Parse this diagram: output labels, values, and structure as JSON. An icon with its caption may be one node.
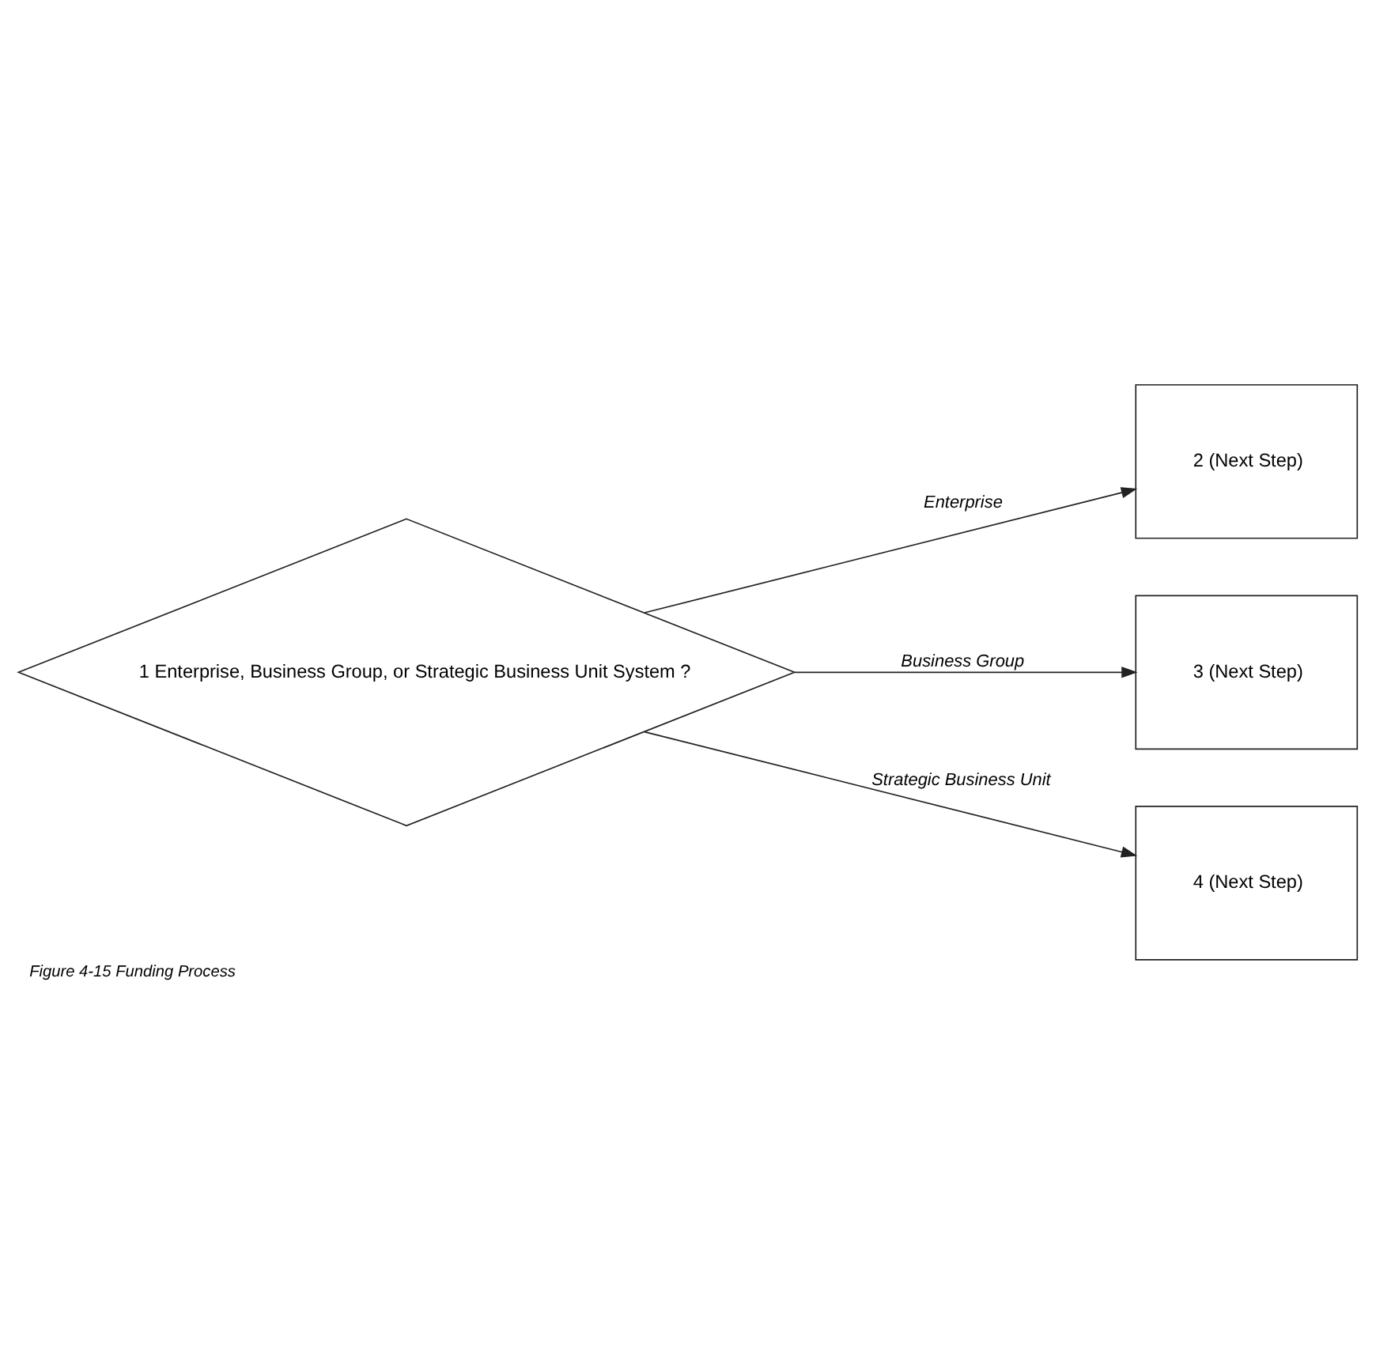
{
  "diagram": {
    "caption": "Figure 4-15 Funding Process",
    "nodes": [
      {
        "text": [
          "1 Enterprise, Business Group, or Strategic Business Unit System ?"
        ]
      },
      {
        "text": [
          "2 (Next Step)"
        ]
      },
      {
        "text": [
          "3 (Next Step)"
        ]
      },
      {
        "text": [
          "4 (Next Step)"
        ]
      }
    ],
    "edges": [
      {
        "from": 0,
        "to": 1,
        "arrow": "to",
        "label": "Enterprise"
      },
      {
        "from": 0,
        "to": 2,
        "arrow": "to",
        "label": "Business Group"
      },
      {
        "from": 0,
        "to": 3,
        "arrow": "to",
        "label": "Strategic Business Unit"
      }
    ]
  }
}
